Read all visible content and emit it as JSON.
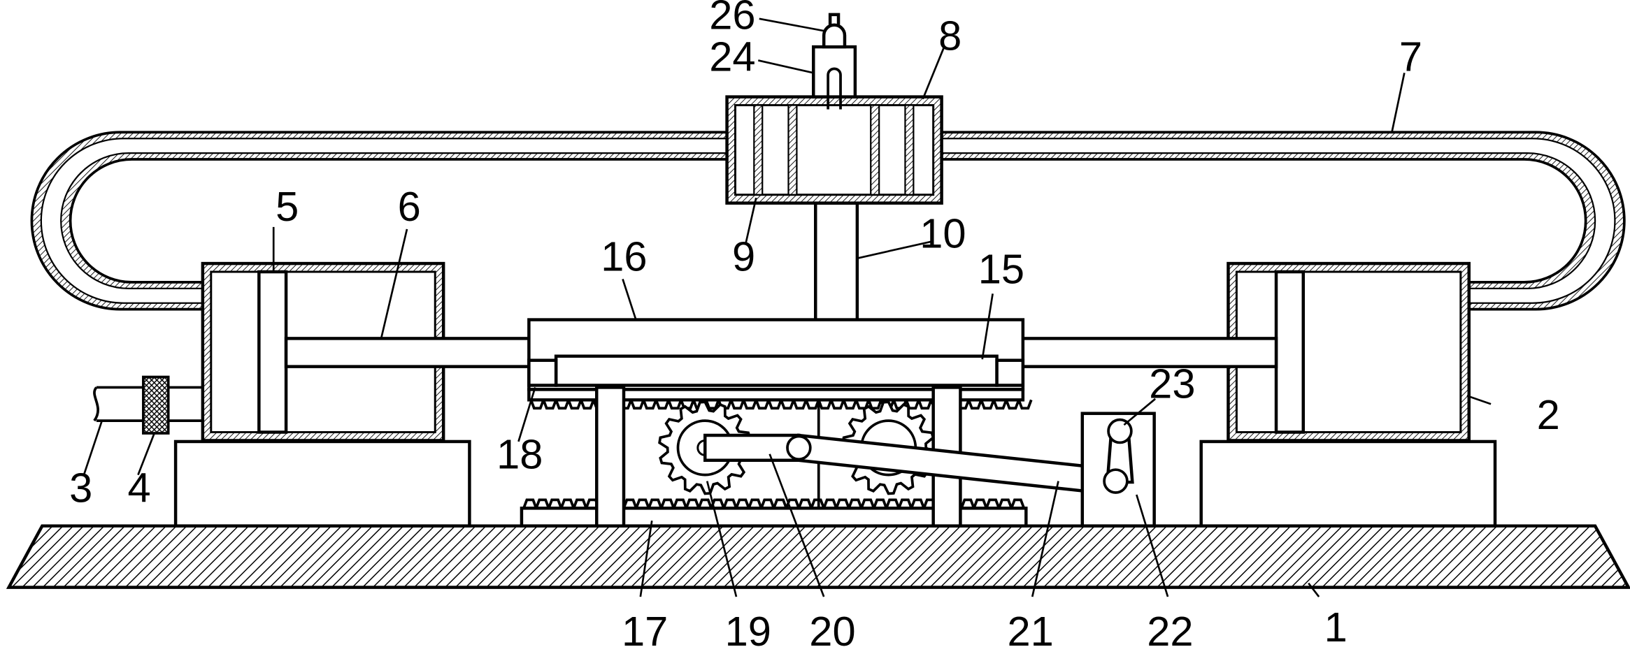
{
  "diagram": {
    "labels": [
      "1",
      "2",
      "3",
      "4",
      "5",
      "6",
      "7",
      "8",
      "9",
      "10",
      "15",
      "16",
      "17",
      "18",
      "19",
      "20",
      "21",
      "22",
      "23",
      "24",
      "26"
    ]
  }
}
